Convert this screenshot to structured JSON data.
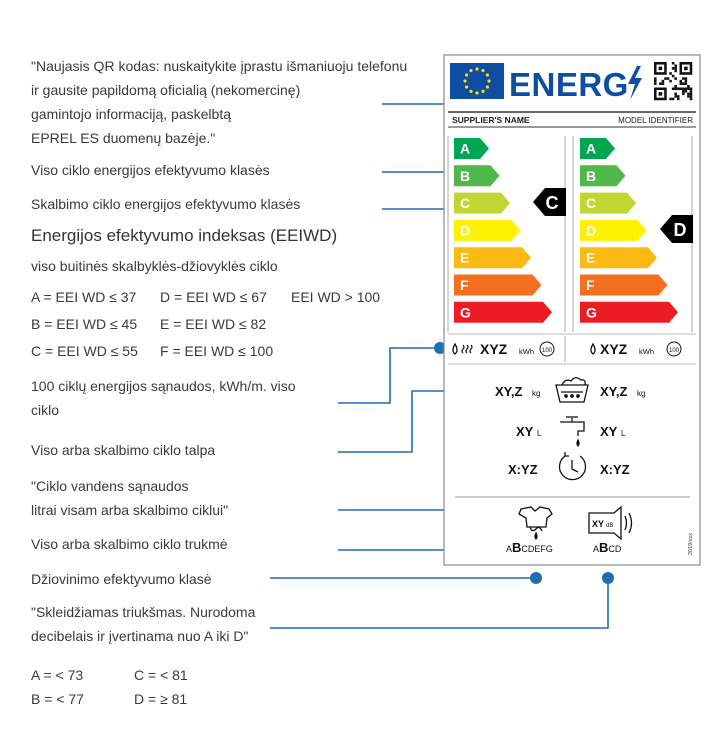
{
  "left": {
    "qr_lines": [
      "\"Naujasis QR kodas: nuskaitykite įprastu išmaniuoju telefonu",
      "ir gausite papildomą oficialią (nekomercinę)",
      "gamintojo informaciją, paskelbtą",
      "EPREL ES duomenų bazėje.\""
    ],
    "full_cycle_class": "Viso ciklo energijos efektyvumo klasės",
    "wash_cycle_class": "Skalbimo ciklo energijos efektyvumo klasės",
    "eei_title": "Energijos efektyvumo indeksas (EEIWD)",
    "eei_subtitle": "viso buitinės skalbyklės-džiovyklės ciklo",
    "eei_row1": [
      "A = EEI WD ≤ 37",
      "D = EEI WD ≤ 67",
      "EEI WD > 100"
    ],
    "eei_row2": [
      "B = EEI WD ≤ 45",
      "E = EEI WD ≤ 82"
    ],
    "eei_row3": [
      "C = EEI WD ≤ 55",
      "F = EEI WD ≤ 100"
    ],
    "energy_lines": [
      "100 ciklų energijos sąnaudos, kWh/m. viso",
      "ciklo"
    ],
    "capacity": "Viso arba skalbimo ciklo talpa",
    "water_lines": [
      "\"Ciklo vandens sąnaudos",
      "litrai visam arba skalbimo ciklui\""
    ],
    "duration": "Viso arba skalbimo ciklo trukmė",
    "spin": "Džiovinimo efektyvumo klasė",
    "noise_lines": [
      "\"Skleidžiamas triukšmas. Nurodoma",
      " decibelais ir įvertinama nuo A iki D\""
    ],
    "noise_row1": [
      "A = < 73",
      "C = < 81"
    ],
    "noise_row2": [
      "B = < 77",
      "D = ≥ 81"
    ]
  },
  "label": {
    "energy_word": "ENERG",
    "supplier": "SUPPLIER'S NAME",
    "model": "MODEL IDENTIFIER",
    "classes": [
      "A",
      "B",
      "C",
      "D",
      "E",
      "F",
      "G"
    ],
    "class_colors": [
      "#00a651",
      "#50b848",
      "#bfd730",
      "#fff200",
      "#fdb913",
      "#f37021",
      "#ed1c24"
    ],
    "left_arrow": "C",
    "right_arrow": "D",
    "xyz": "XYZ",
    "kwh": "kWh",
    "per100": "100",
    "capacity_val": "XY,Z",
    "kg": "kg",
    "water_val": "XY",
    "litre": "L",
    "time_val": "X:YZ",
    "spin_scale_prefix": "A",
    "spin_scale_big": "B",
    "spin_scale_rest": "CDEFG",
    "noise_scale_prefix": "A",
    "noise_scale_big": "B",
    "noise_scale_rest": "CD",
    "noise_db": "XY",
    "noise_unit": "dB",
    "reg": "2019/xxx"
  },
  "colors": {
    "accent": "#1f6fb5",
    "eu_blue": "#0d4ea2",
    "eu_star": "#ffdd00"
  }
}
